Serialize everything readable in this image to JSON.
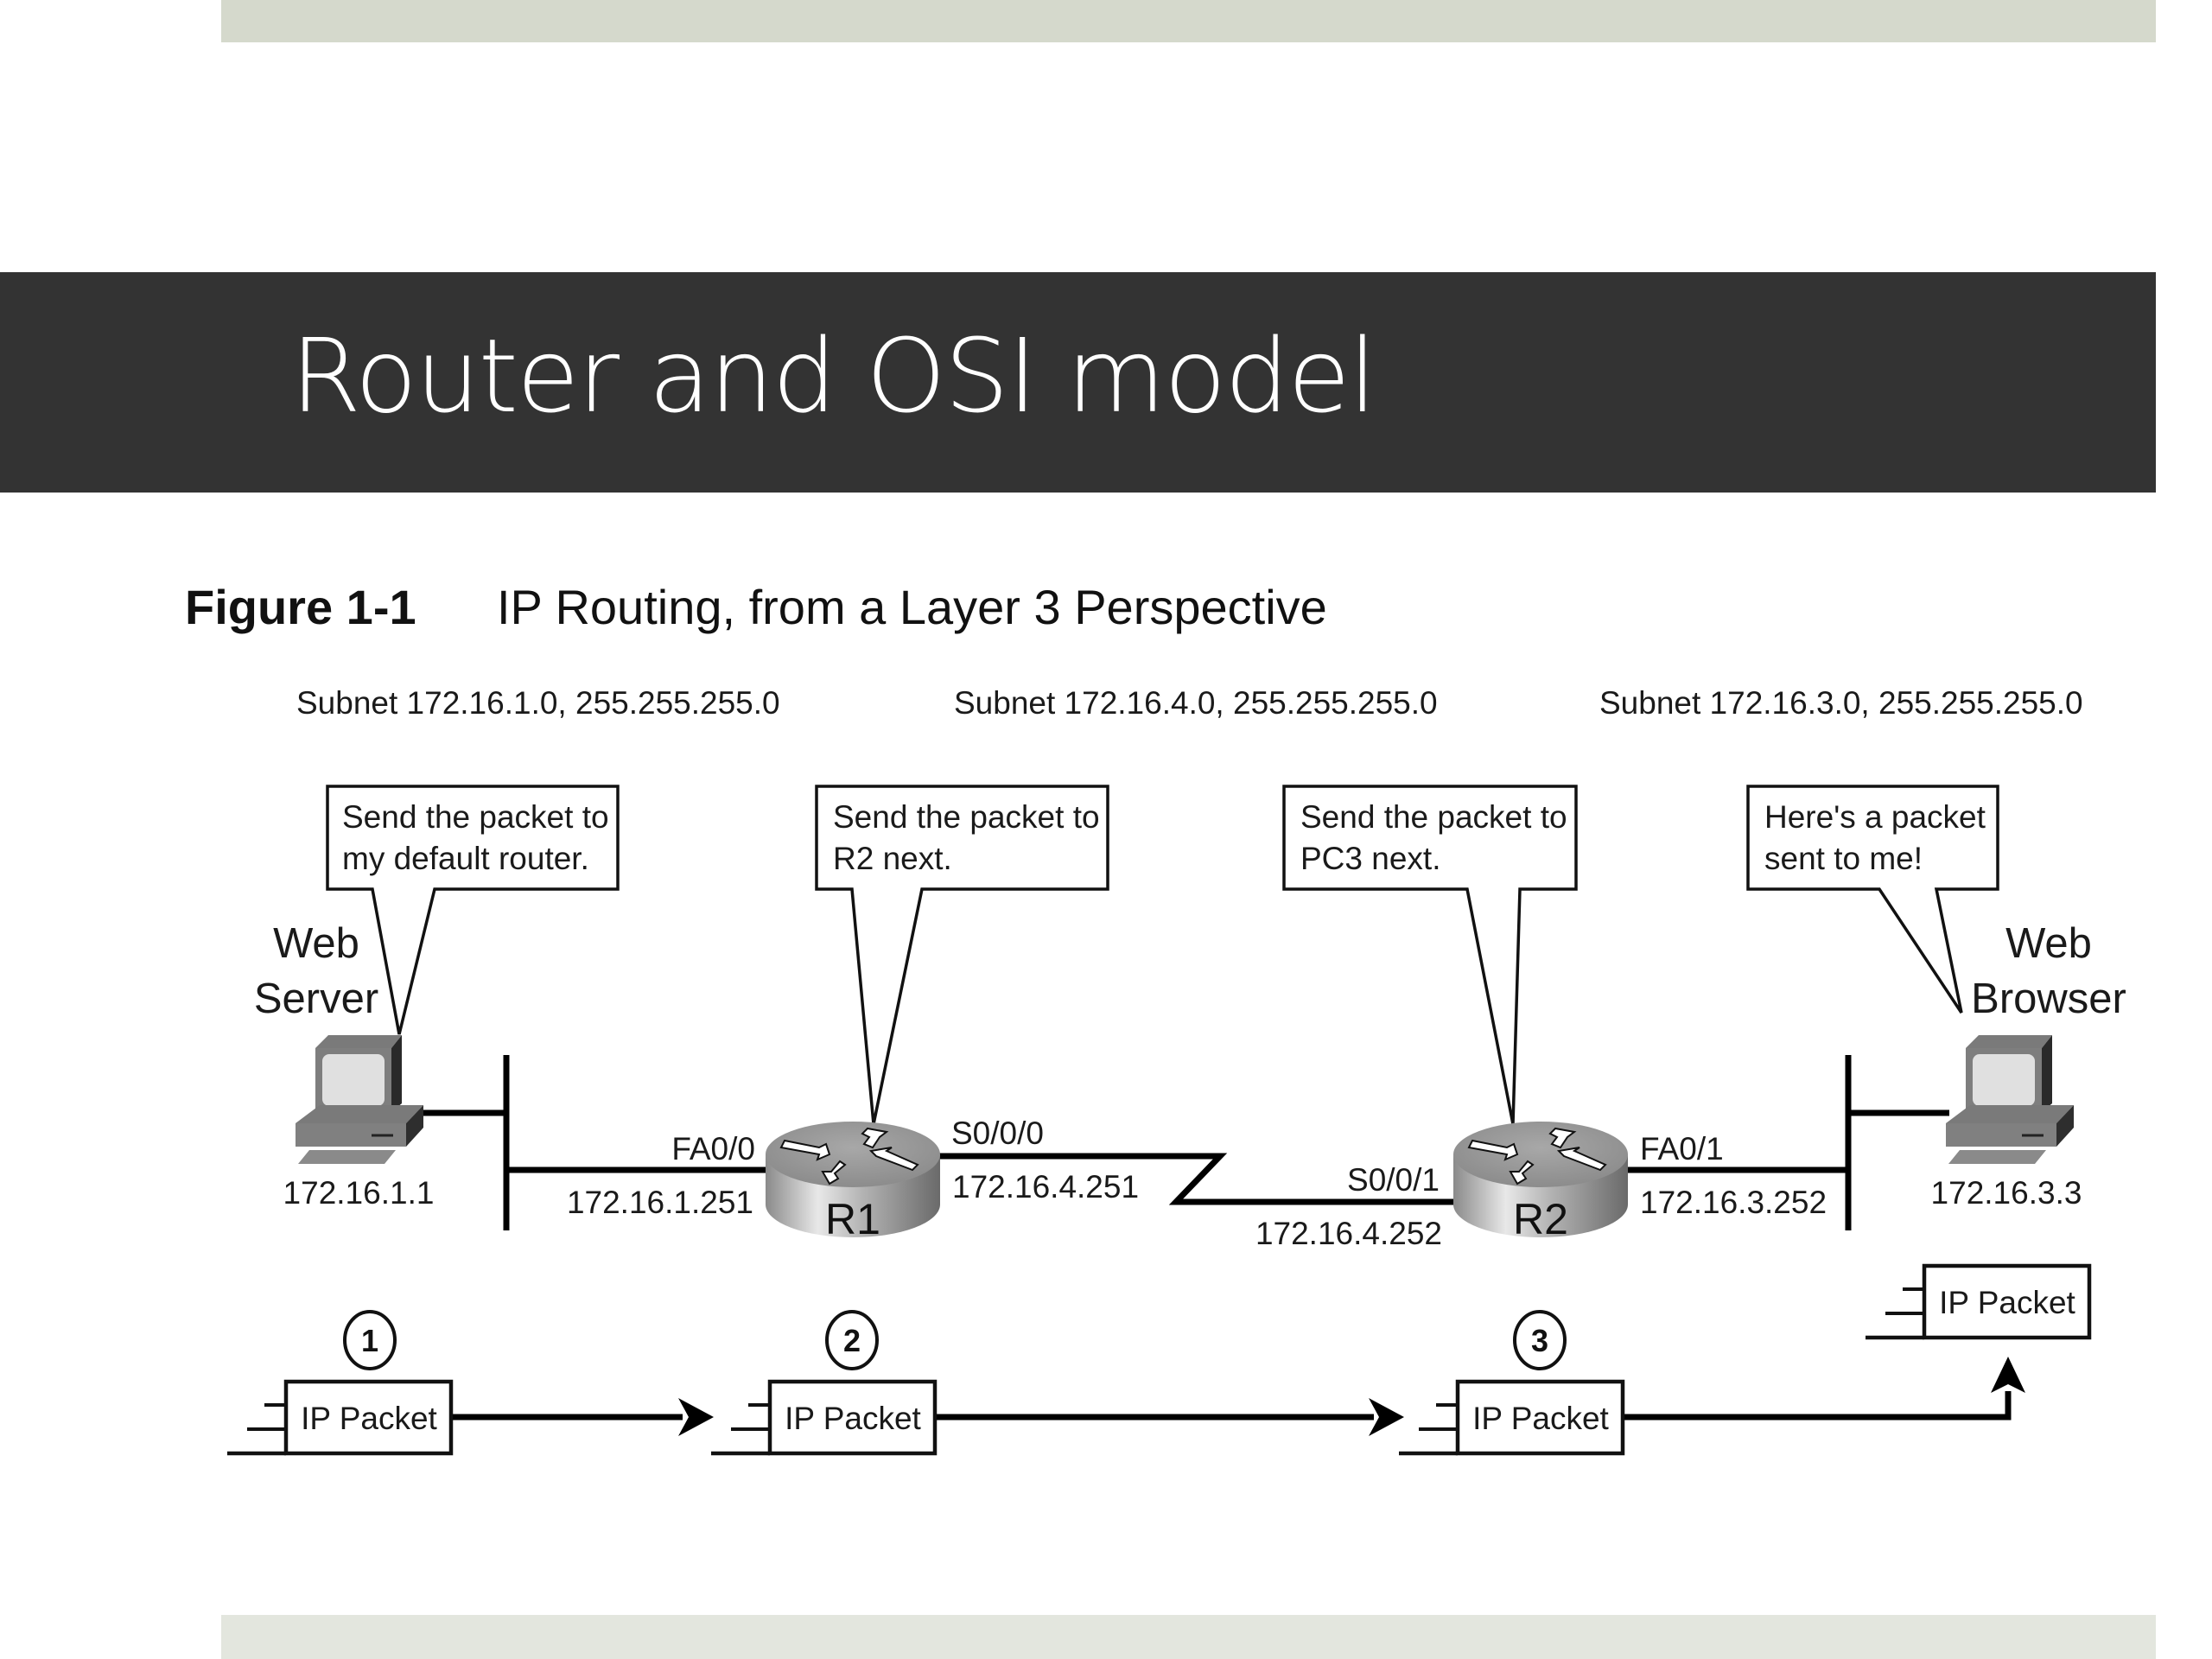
{
  "slide": {
    "title": "Router and OSI model",
    "colors": {
      "title_band": "#333333",
      "top_bar": "#d5d9cc",
      "bottom_bar": "#e3e6de",
      "title_text": "#ffffff"
    }
  },
  "figure": {
    "number": "Figure 1-1",
    "caption": "IP Routing, from a Layer 3 Perspective",
    "subnets": [
      "Subnet 172.16.1.0, 255.255.255.0",
      "Subnet 172.16.4.0, 255.255.255.0",
      "Subnet 172.16.3.0, 255.255.255.0"
    ],
    "callouts": [
      {
        "line1": "Send the packet to",
        "line2": "my default router."
      },
      {
        "line1": "Send the packet to",
        "line2": "R2 next."
      },
      {
        "line1": "Send the packet to",
        "line2": "PC3 next."
      },
      {
        "line1": "Here's a packet",
        "line2": "sent to me!"
      }
    ],
    "hosts": [
      {
        "name_line1": "Web",
        "name_line2": "Server",
        "ip": "172.16.1.1",
        "icon": "pc-icon"
      },
      {
        "name_line1": "Web",
        "name_line2": "Browser",
        "ip": "172.16.3.3",
        "icon": "pc-icon"
      }
    ],
    "routers": [
      {
        "name": "R1",
        "icon": "router-icon",
        "left_iface": "FA0/0",
        "left_ip": "172.16.1.251",
        "right_iface": "S0/0/0",
        "right_ip": "172.16.4.251"
      },
      {
        "name": "R2",
        "icon": "router-icon",
        "left_iface": "S0/0/1",
        "left_ip": "172.16.4.252",
        "right_iface": "FA0/1",
        "right_ip": "172.16.3.252"
      }
    ],
    "packet_flow": {
      "packet_label": "IP Packet",
      "steps": [
        "1",
        "2",
        "3"
      ]
    }
  }
}
